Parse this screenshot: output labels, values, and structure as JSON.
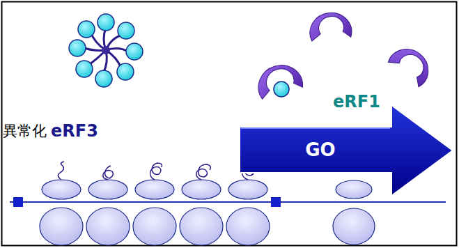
{
  "diagram": {
    "nodes": [
      {
        "text": [
          "異常化",
          "eRF3"
        ]
      },
      {
        "text": [
          "eRF1"
        ]
      },
      {
        "text": [
          "GO"
        ]
      }
    ]
  }
}
